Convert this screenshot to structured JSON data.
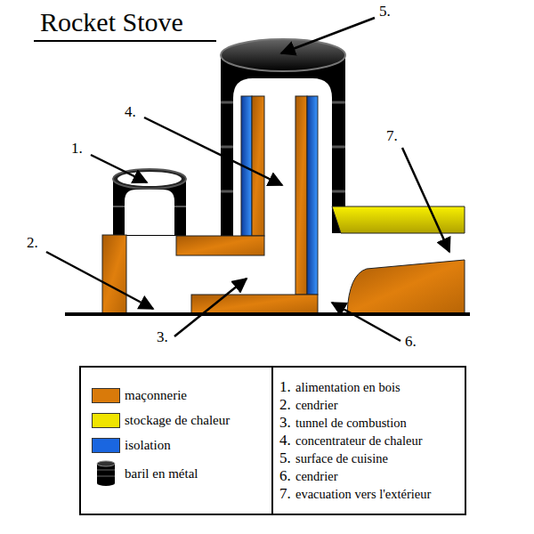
{
  "diagram": {
    "title": "Rocket Stove",
    "labels": [
      "1.",
      "2.",
      "3.",
      "4.",
      "5.",
      "6.",
      "7.",
      "1.",
      "alimentation en bois",
      "2.",
      "cendrier",
      "3.",
      "tunnel de combustion",
      "4.",
      "concentrateur de chaleur",
      "5.",
      "surface de cuisine",
      "6.",
      "cendrier",
      "7.",
      "evacuation vers l'extérieur"
    ],
    "legend": [
      {
        "text": "maçonnerie",
        "color": "#d97a0a"
      },
      {
        "text": "stockage de chaleur",
        "color": "#f0e400"
      },
      {
        "text": "isolation",
        "color": "#1a66e0"
      },
      {
        "text": "baril en métal"
      }
    ]
  }
}
